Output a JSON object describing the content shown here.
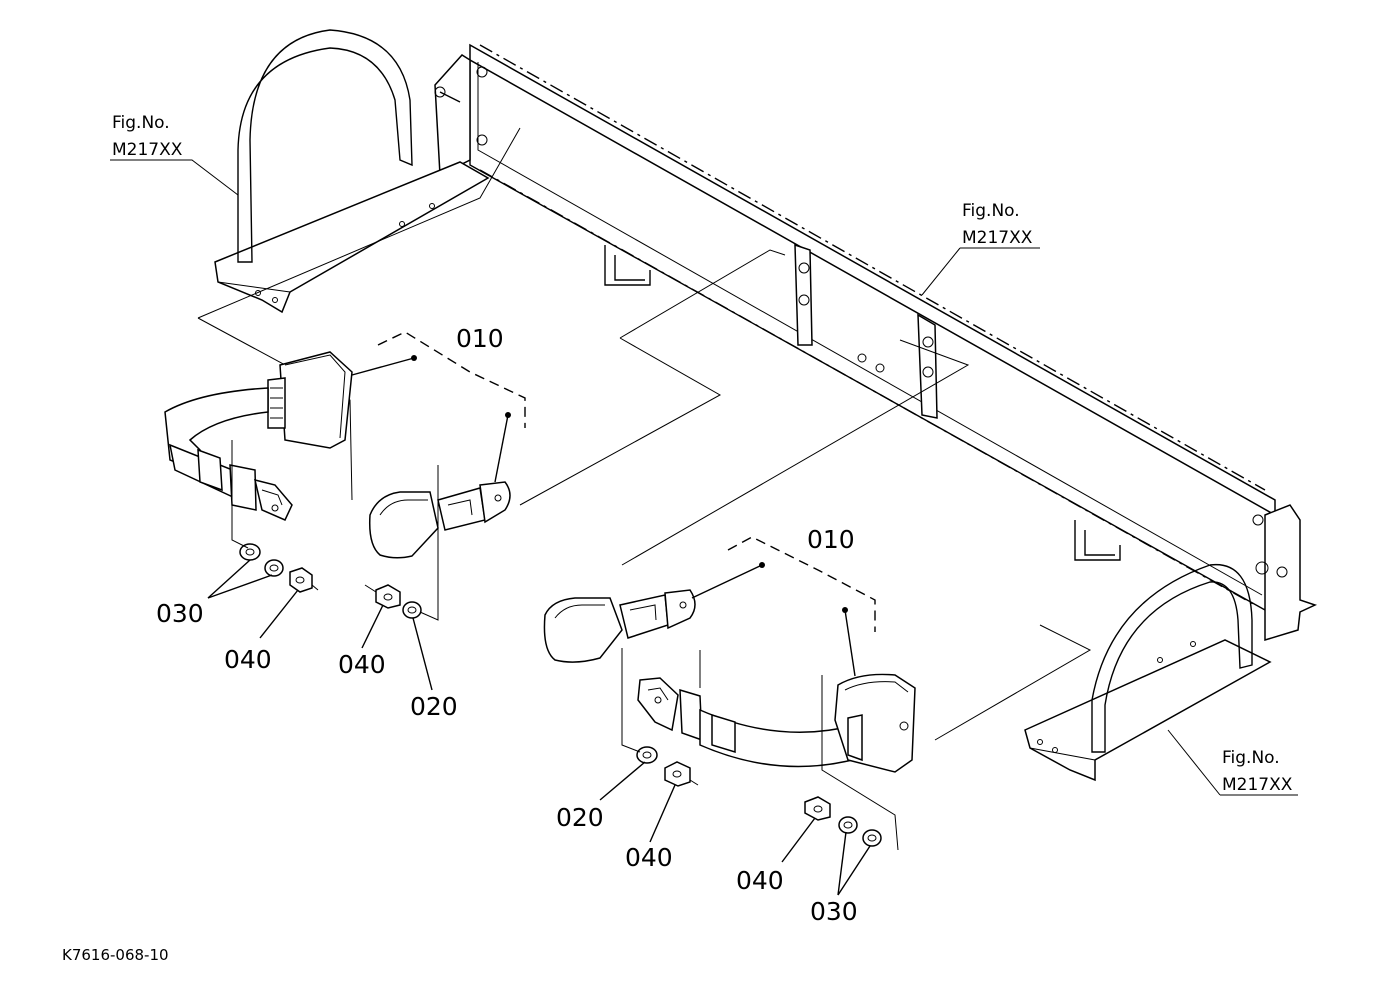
{
  "figure_code": "K7616-068-10",
  "references": [
    {
      "line1": "Fig.No.",
      "line2": "M217XX"
    },
    {
      "line1": "Fig.No.",
      "line2": "M217XX"
    },
    {
      "line1": "Fig.No.",
      "line2": "M217XX"
    }
  ],
  "callouts": {
    "left_010": "010",
    "left_030": "030",
    "left_040_a": "040",
    "left_040_b": "040",
    "left_020": "020",
    "right_010": "010",
    "right_020": "020",
    "right_040_a": "040",
    "right_040_b": "040",
    "right_030": "030"
  }
}
